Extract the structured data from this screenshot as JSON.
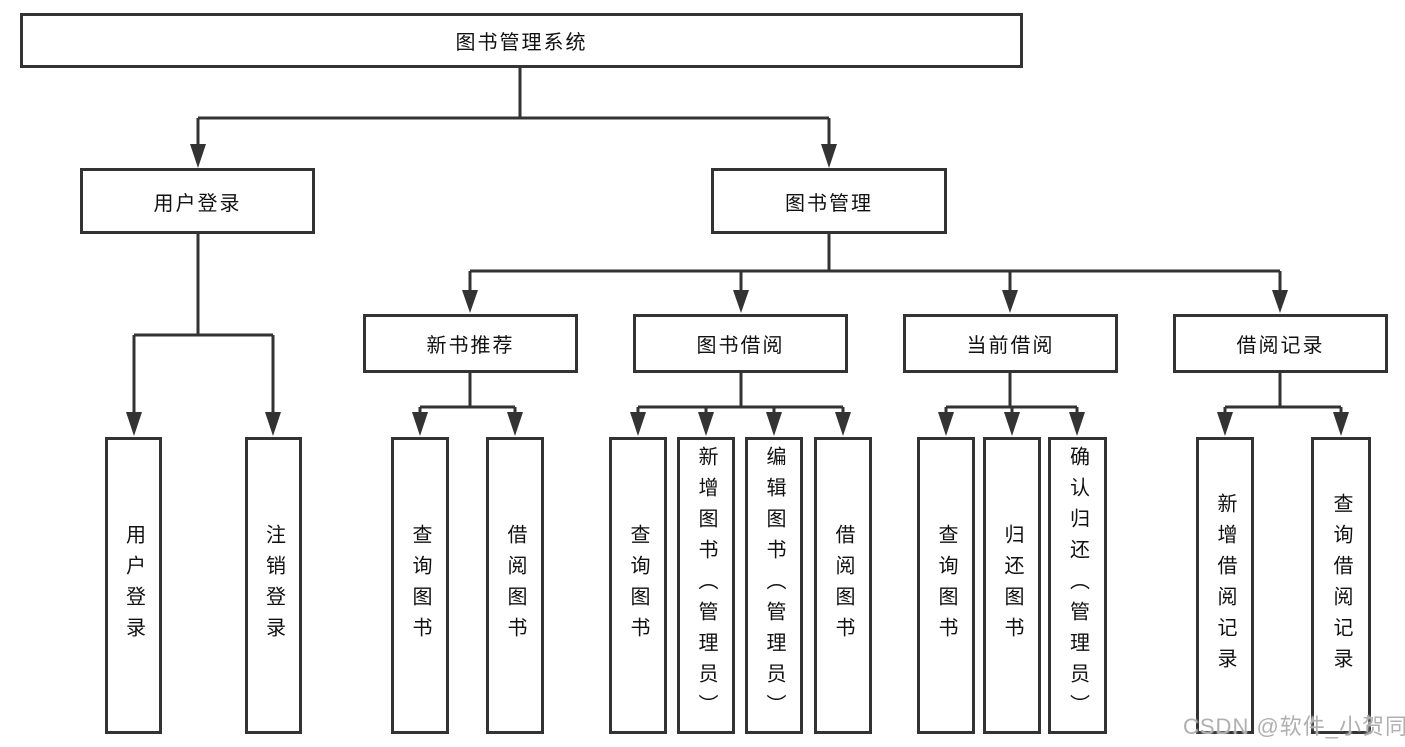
{
  "diagram": {
    "root": {
      "label": "图书管理系统"
    },
    "level2": [
      {
        "label": "用户登录"
      },
      {
        "label": "图书管理"
      }
    ],
    "level3": [
      {
        "label": "新书推荐"
      },
      {
        "label": "图书借阅"
      },
      {
        "label": "当前借阅"
      },
      {
        "label": "借阅记录"
      }
    ],
    "leaves": [
      {
        "label": "用户登录"
      },
      {
        "label": "注销登录"
      },
      {
        "label": "查询图书"
      },
      {
        "label": "借阅图书"
      },
      {
        "label": "查询图书"
      },
      {
        "label": "新增图书（管理员）"
      },
      {
        "label": "编辑图书（管理员）"
      },
      {
        "label": "借阅图书"
      },
      {
        "label": "查询图书"
      },
      {
        "label": "归还图书"
      },
      {
        "label": "确认归还（管理员）"
      },
      {
        "label": "新增借阅记录"
      },
      {
        "label": "查询借阅记录"
      }
    ]
  },
  "watermark": {
    "text": "CSDN @软件_小贺同学"
  },
  "colors": {
    "line": "#333333",
    "text": "#111111",
    "box_background": "#ffffff",
    "watermark": "#b0b0b0"
  }
}
